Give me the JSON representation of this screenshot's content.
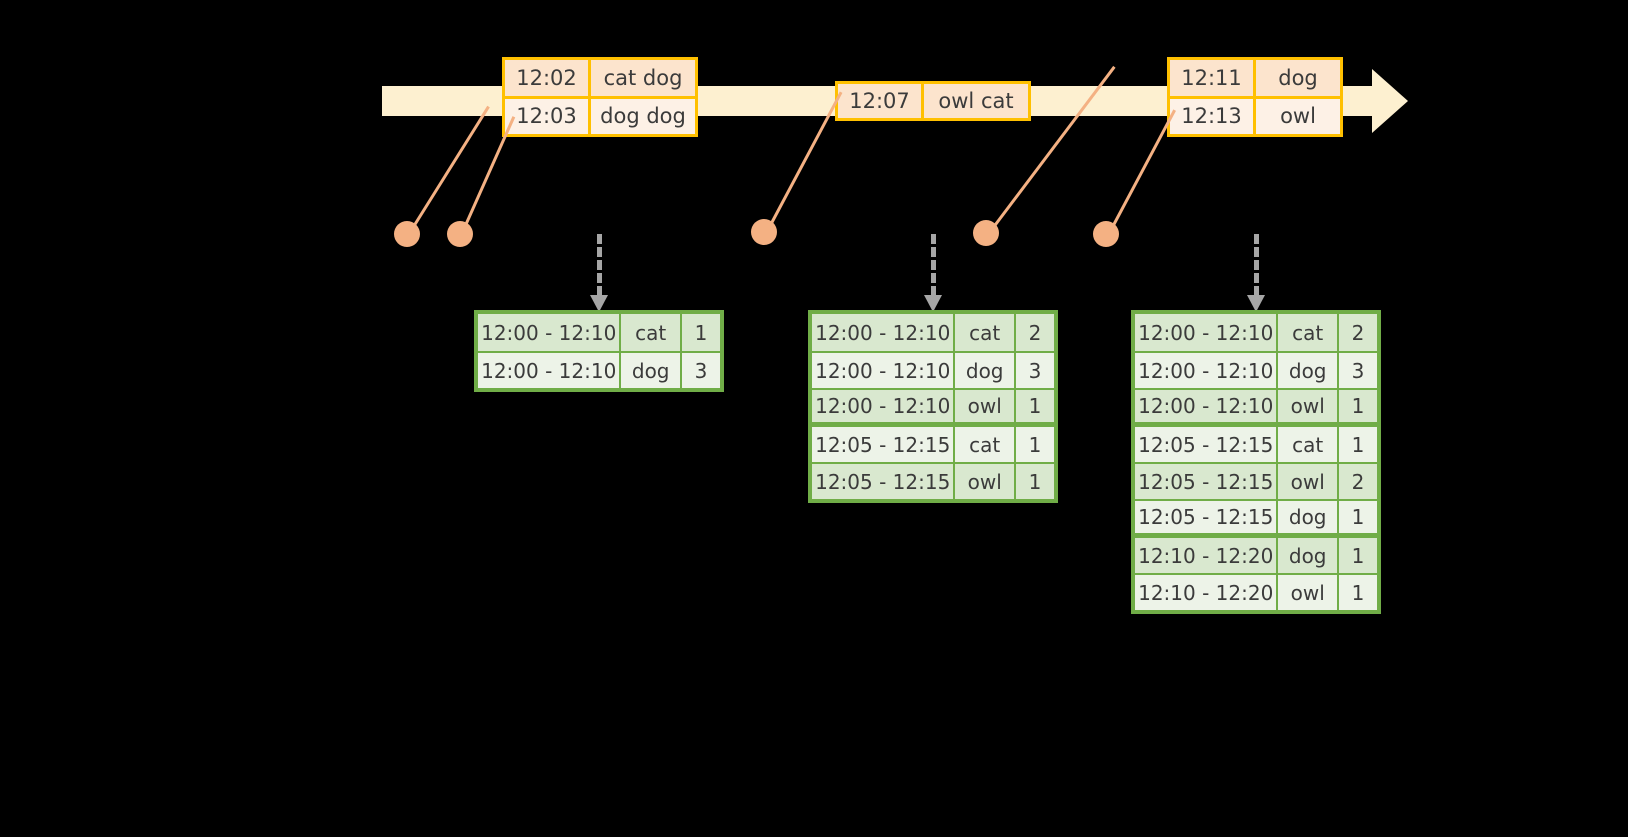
{
  "timeline": {
    "bar": {
      "color": "#fdf0d0"
    },
    "events": [
      {
        "id": "event-group-1",
        "rows": [
          {
            "time": "12:02",
            "value": "cat dog"
          },
          {
            "time": "12:03",
            "value": "dog dog"
          }
        ]
      },
      {
        "id": "event-group-2",
        "rows": [
          {
            "time": "12:07",
            "value": "owl cat"
          }
        ]
      },
      {
        "id": "event-group-3",
        "rows": [
          {
            "time": "12:11",
            "value": "dog"
          },
          {
            "time": "12:13",
            "value": "owl"
          }
        ]
      }
    ]
  },
  "colors": {
    "event_border": "#ffc000",
    "event_fill_dark": "#fce4cd",
    "event_fill_light": "#fdf1e6",
    "connector": "#f4b183",
    "arrow": "#a6a6a6",
    "table_border": "#70ad47",
    "table_fill_dark": "#d9e8cf",
    "table_fill_light": "#edf3e8",
    "background": "#000000"
  },
  "tables": [
    {
      "id": "result-table-1",
      "rows": [
        {
          "window": "12:00 - 12:10",
          "key": "cat",
          "count": "1",
          "shade": "a",
          "groupend": false
        },
        {
          "window": "12:00 - 12:10",
          "key": "dog",
          "count": "3",
          "shade": "b",
          "groupend": false
        }
      ]
    },
    {
      "id": "result-table-2",
      "rows": [
        {
          "window": "12:00 - 12:10",
          "key": "cat",
          "count": "2",
          "shade": "a",
          "groupend": false
        },
        {
          "window": "12:00 - 12:10",
          "key": "dog",
          "count": "3",
          "shade": "b",
          "groupend": false
        },
        {
          "window": "12:00 - 12:10",
          "key": "owl",
          "count": "1",
          "shade": "a",
          "groupend": true
        },
        {
          "window": "12:05 - 12:15",
          "key": "cat",
          "count": "1",
          "shade": "b",
          "groupend": false
        },
        {
          "window": "12:05 - 12:15",
          "key": "owl",
          "count": "1",
          "shade": "a",
          "groupend": false
        }
      ]
    },
    {
      "id": "result-table-3",
      "rows": [
        {
          "window": "12:00 - 12:10",
          "key": "cat",
          "count": "2",
          "shade": "a",
          "groupend": false
        },
        {
          "window": "12:00 - 12:10",
          "key": "dog",
          "count": "3",
          "shade": "b",
          "groupend": false
        },
        {
          "window": "12:00 - 12:10",
          "key": "owl",
          "count": "1",
          "shade": "a",
          "groupend": true
        },
        {
          "window": "12:05 - 12:15",
          "key": "cat",
          "count": "1",
          "shade": "b",
          "groupend": false
        },
        {
          "window": "12:05 - 12:15",
          "key": "owl",
          "count": "2",
          "shade": "a",
          "groupend": false
        },
        {
          "window": "12:05 - 12:15",
          "key": "dog",
          "count": "1",
          "shade": "b",
          "groupend": true
        },
        {
          "window": "12:10 - 12:20",
          "key": "dog",
          "count": "1",
          "shade": "a",
          "groupend": false
        },
        {
          "window": "12:10 - 12:20",
          "key": "owl",
          "count": "1",
          "shade": "b",
          "groupend": false
        }
      ]
    }
  ]
}
